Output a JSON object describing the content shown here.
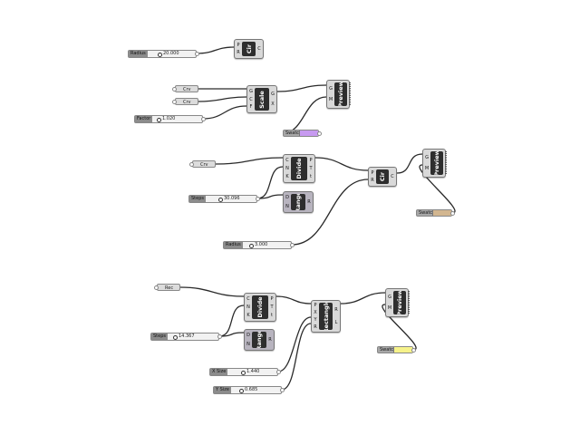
{
  "sliders": [
    {
      "id": "s1",
      "label": "Radius",
      "value": "20.000"
    },
    {
      "id": "s2",
      "label": "Factor",
      "value": "1.020"
    },
    {
      "id": "s3",
      "label": "Steps",
      "value": "30.096"
    },
    {
      "id": "s4",
      "label": "Radius",
      "value": "3.000"
    },
    {
      "id": "s5",
      "label": "Steps",
      "value": "14.367"
    },
    {
      "id": "s6",
      "label": "X Size",
      "value": "1.440"
    },
    {
      "id": "s7",
      "label": "Y Size",
      "value": "0.685"
    }
  ],
  "params": [
    {
      "id": "p1",
      "label": "Crv"
    },
    {
      "id": "p2",
      "label": "Crv"
    },
    {
      "id": "p3",
      "label": "Crv"
    },
    {
      "id": "p4",
      "label": "Rec"
    }
  ],
  "components": [
    {
      "id": "cir1",
      "name": "Cir",
      "inputs": [
        "P",
        "R"
      ],
      "outputs": [
        "C"
      ]
    },
    {
      "id": "scale",
      "name": "Scale",
      "inputs": [
        "G",
        "C",
        "F"
      ],
      "outputs": [
        "G",
        "X"
      ]
    },
    {
      "id": "prev1",
      "name": "Preview",
      "inputs": [
        "G",
        "M"
      ],
      "outputs": []
    },
    {
      "id": "div1",
      "name": "Divide",
      "inputs": [
        "C",
        "N",
        "K"
      ],
      "outputs": [
        "P",
        "T",
        "t"
      ]
    },
    {
      "id": "rng1",
      "name": "Range",
      "inputs": [
        "D",
        "N"
      ],
      "outputs": [
        "R"
      ]
    },
    {
      "id": "cir2",
      "name": "Cir",
      "inputs": [
        "P",
        "R"
      ],
      "outputs": [
        "C"
      ]
    },
    {
      "id": "prev2",
      "name": "Preview",
      "inputs": [
        "G",
        "M"
      ],
      "outputs": []
    },
    {
      "id": "div2",
      "name": "Divide",
      "inputs": [
        "C",
        "N",
        "K"
      ],
      "outputs": [
        "P",
        "T",
        "t"
      ]
    },
    {
      "id": "rng2",
      "name": "Range",
      "inputs": [
        "D",
        "N"
      ],
      "outputs": [
        "R"
      ]
    },
    {
      "id": "rect",
      "name": "Rectangle",
      "inputs": [
        "P",
        "X",
        "Y",
        "R"
      ],
      "outputs": [
        "R",
        "L"
      ]
    },
    {
      "id": "prev3",
      "name": "Preview",
      "inputs": [
        "G",
        "M"
      ],
      "outputs": []
    }
  ],
  "swatches": [
    {
      "id": "w1",
      "label": "Swatch",
      "color": "#c79af0"
    },
    {
      "id": "w2",
      "label": "Swatch",
      "color": "#d2b690"
    },
    {
      "id": "w3",
      "label": "Swatch",
      "color": "#f6f28a"
    }
  ]
}
